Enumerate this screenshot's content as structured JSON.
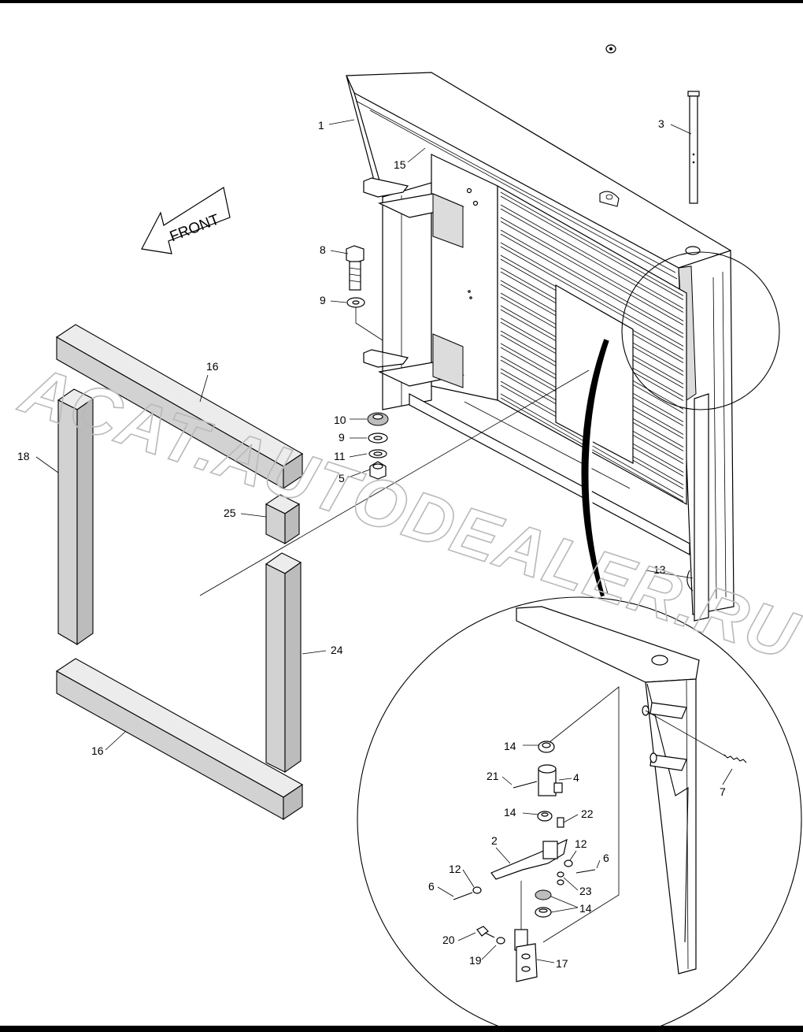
{
  "front_label": "FRONT",
  "watermark": "ACAT.AUTODEALER.RU",
  "callouts": {
    "c1": "1",
    "c2": "2",
    "c3": "3",
    "c4": "4",
    "c5": "5",
    "c6a": "6",
    "c6b": "6",
    "c7": "7",
    "c8": "8",
    "c9a": "9",
    "c9b": "9",
    "c10": "10",
    "c11": "11",
    "c12a": "12",
    "c12b": "12",
    "c13": "13",
    "c14a": "14",
    "c14b": "14",
    "c14c": "14",
    "c15": "15",
    "c16a": "16",
    "c16b": "16",
    "c17": "17",
    "c18": "18",
    "c19": "19",
    "c20": "20",
    "c21": "21",
    "c22": "22",
    "c23": "23",
    "c24": "24",
    "c25": "25"
  }
}
